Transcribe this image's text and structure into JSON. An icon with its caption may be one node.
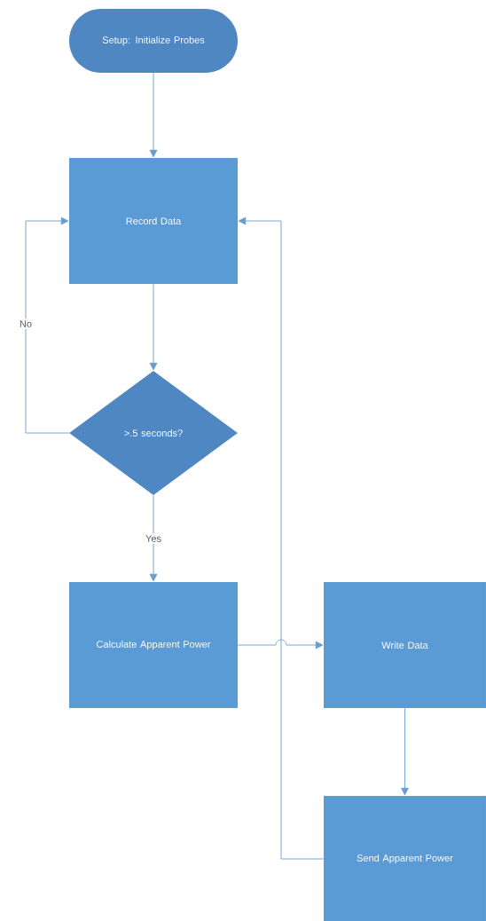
{
  "diagram": {
    "nodes": [
      {
        "text": [
          "Setup: Initialize Probes"
        ]
      },
      {
        "text": [
          "Record Data"
        ]
      },
      {
        "text": [
          ">.5 seconds?"
        ]
      },
      {
        "text": [
          "Calculate Apparent Power"
        ]
      },
      {
        "text": [
          "Write Data"
        ]
      },
      {
        "text": [
          "Send Apparent Power"
        ]
      }
    ],
    "edges": [
      {
        "from": 0,
        "to": 1,
        "arrow": "to"
      },
      {
        "from": 1,
        "to": 2,
        "arrow": "to"
      },
      {
        "from": 2,
        "to": 1,
        "arrow": "to",
        "label": "No"
      },
      {
        "from": 2,
        "to": 3,
        "arrow": "to",
        "label": "Yes"
      },
      {
        "from": 3,
        "to": 4,
        "arrow": "to"
      },
      {
        "from": 4,
        "to": 5,
        "arrow": "to"
      },
      {
        "from": 5,
        "to": 1,
        "arrow": "to"
      }
    ]
  }
}
